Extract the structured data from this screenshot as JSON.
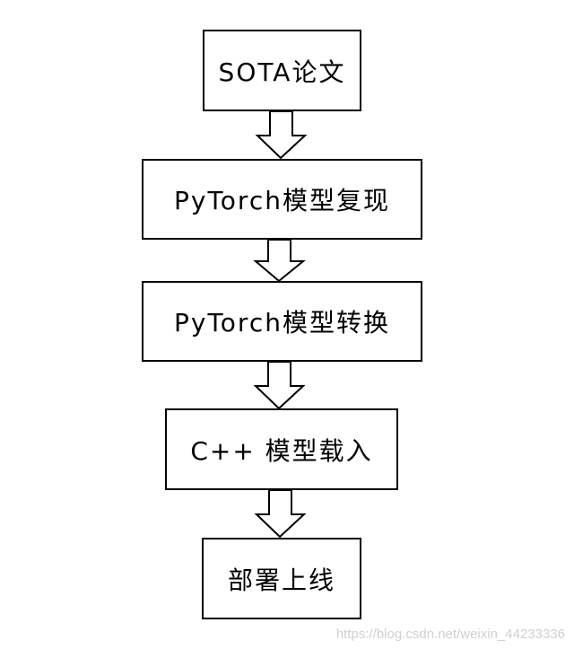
{
  "flow": {
    "steps": [
      {
        "label": "SOTA论文"
      },
      {
        "label": "PyTorch模型复现"
      },
      {
        "label": "PyTorch模型转换"
      },
      {
        "label": "C++ 模型载入"
      },
      {
        "label": "部署上线"
      }
    ],
    "arrow_icon": "hollow-down-arrow"
  },
  "watermark": "https://blog.csdn.net/weixin_44233336",
  "colors": {
    "stroke": "#000000",
    "background": "#ffffff",
    "watermark": "#d0d0d0"
  }
}
